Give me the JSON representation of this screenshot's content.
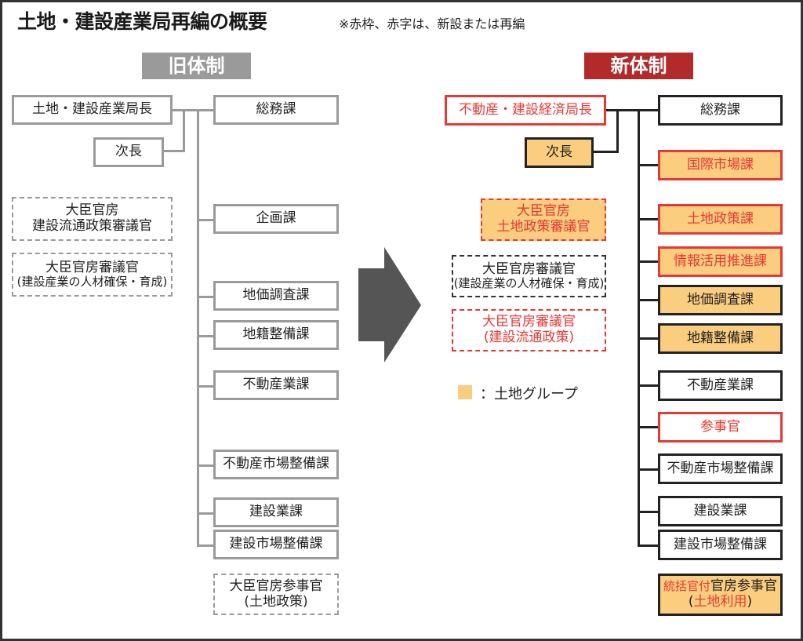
{
  "title": "土地・建設産業局再編の概要",
  "note": "※赤枠、赤字は、新設または再編",
  "colors": {
    "old_border": "#9a9a9a",
    "new_header": "#b22a2a",
    "red": "#e53935",
    "land_group": "#fbcd7e",
    "arrow": "#555555"
  },
  "old": {
    "header": "旧体制",
    "head": "土地・建設産業局長",
    "deputy": "次長",
    "councilors": [
      {
        "line1": "大臣官房",
        "line2": "建設流通政策審議官"
      },
      {
        "line1": "大臣官房審議官",
        "line2": "(建設産業の人材確保・育成)"
      }
    ],
    "divisions": [
      "総務課",
      "企画課",
      "地価調査課",
      "地籍整備課",
      "不動産業課",
      "不動産市場整備課",
      "建設業課",
      "建設市場整備課"
    ],
    "counselor": {
      "line1": "大臣官房参事官",
      "line2": "(土地政策)"
    }
  },
  "new": {
    "header": "新体制",
    "head": "不動産・建設経済局長",
    "deputy": "次長",
    "councilors": [
      {
        "line1": "大臣官房",
        "line2": "土地政策審議官",
        "style": "red-dash land"
      },
      {
        "line1": "大臣官房審議官",
        "line2": "(建設産業の人材確保・育成)",
        "style": "black-dash"
      },
      {
        "line1": "大臣官房審議官",
        "line2": "(建設流通政策)",
        "style": "red-dash"
      }
    ],
    "divisions": [
      {
        "label": "総務課",
        "style": "black"
      },
      {
        "label": "国際市場課",
        "style": "red land"
      },
      {
        "label": "土地政策課",
        "style": "red land"
      },
      {
        "label": "情報活用推進課",
        "style": "red land"
      },
      {
        "label": "地価調査課",
        "style": "black land"
      },
      {
        "label": "地籍整備課",
        "style": "black land"
      },
      {
        "label": "不動産業課",
        "style": "black"
      },
      {
        "label": "参事官",
        "style": "red"
      },
      {
        "label": "不動産市場整備課",
        "style": "black"
      },
      {
        "label": "建設業課",
        "style": "black"
      },
      {
        "label": "建設市場整備課",
        "style": "black"
      }
    ],
    "counselor": {
      "prefix": "統括官付",
      "line1": "官房参事官",
      "line2_open": "(",
      "line2_red": "土地利用",
      "line2_close": ")"
    }
  },
  "legend": {
    "label": "：土地グループ"
  }
}
